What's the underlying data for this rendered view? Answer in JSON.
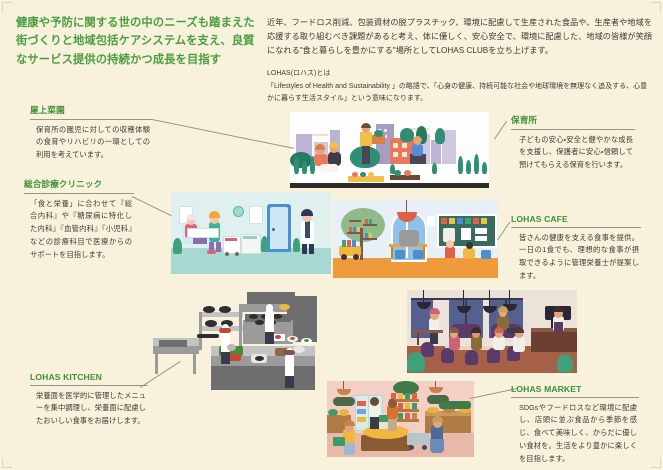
{
  "document": {
    "headline": "健康や予防に関する世の中のニーズも踏まえた街づくりと地域包括ケアシステムを支え、良質なサービス提供の持続かつ成長を目指す",
    "intro": "近年、フードロス削減、包装資材の脱プラスチック、環境に配慮して生産された食品や、生産者や地域を応援する取り組むべき課題があると考え、体に優しく、安心安全で、環境に配慮した、地域の皆様が笑顔になれる\"食と暮らしを豊かにする\"場所としてLOHAS CLUBを立ち上げます。",
    "lohas_label": "LOHAS(ロハス)とは",
    "lohas_desc": "「Lifestyles of Health and Sustainability 」の略語で、「心身の健康、持続可能な社会や地球環境を無理なく追及する、心豊かに暮らす生活スタイル」という意味になります。"
  },
  "callouts": [
    {
      "id": "rooftop-garden",
      "title": "屋上菜園",
      "body": "保育所の園児に対しての収穫体験の食育やリハビリの一環としての利用を考えています。"
    },
    {
      "id": "clinic",
      "title": "総合診療クリニック",
      "body": "「食と栄養」に合わせて『総合内科』や『糖尿病に特化した内科』『血管内科』『小児科』などの診療科目で医療からのサポートを目指します。"
    },
    {
      "id": "kitchen",
      "title": "LOHAS KITCHEN",
      "body": "栄養面を医学的に管理したメニューを集中調理し、栄養面に配慮したおいしい食事をお届けします。"
    },
    {
      "id": "nursery",
      "title": "保育所",
      "body": "子どもの安心・安全と健やかな成長を支援し、保護者に安心・信頼して預けてもらえる保育を行います。"
    },
    {
      "id": "cafe",
      "title": "LOHAS CAFE",
      "body": "皆さんの健康を支える食事を提供。一日の1食でも、理想的な食事が摂取できるように管理栄養士が提案します。"
    },
    {
      "id": "market",
      "title": "LOHAS MARKET",
      "body": "SDGsやフードロスなど環境に配慮し、店頭に並ぶ食品から季節を感じ、食べて美味しく、からだに優しい食材を。生活をより豊かに楽しくを目指します。"
    }
  ],
  "illustrations": [
    {
      "id": "rooftop-illustration",
      "alt": "屋上菜園で収穫する人々のイラスト"
    },
    {
      "id": "clinic-illustration",
      "alt": "診療クリニックの診察室のイラスト"
    },
    {
      "id": "nursery-illustration",
      "alt": "保育所の保育室のイラスト"
    },
    {
      "id": "cafe-illustration",
      "alt": "カフェで食事をする人々のイラスト"
    },
    {
      "id": "kitchen-illustration",
      "alt": "業務用キッチンで調理するシェフのイラスト"
    },
    {
      "id": "market-illustration",
      "alt": "食品マーケットで買い物をする人々のイラスト"
    }
  ],
  "theme": {
    "background": "#f8f2dd",
    "accent_green": "#4a9e3f",
    "title_green": "#3f8f36",
    "body_text": "#3b3a33",
    "rule": "#9a9580"
  }
}
